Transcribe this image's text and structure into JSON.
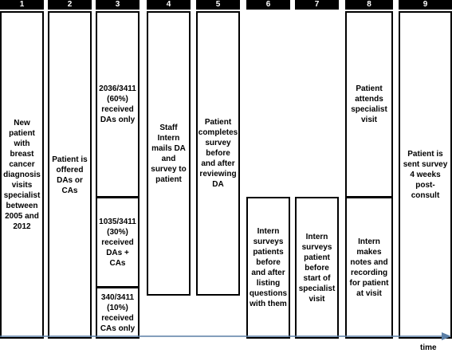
{
  "steps": [
    {
      "number": "1",
      "boxes": [
        "New patient with breast cancer diagnosis visits specialist between 2005 and 2012"
      ]
    },
    {
      "number": "2",
      "boxes": [
        "Patient is offered DAs or CAs"
      ]
    },
    {
      "number": "3",
      "boxes": [
        "2036/3411 (60%) received DAs only",
        "1035/3411 (30%) received DAs + CAs",
        "340/3411 (10%) received CAs only"
      ]
    },
    {
      "number": "4",
      "boxes": [
        "Staff Intern mails DA and survey to patient"
      ]
    },
    {
      "number": "5",
      "boxes": [
        "Patient completes survey before and after reviewing DA"
      ]
    },
    {
      "number": "6",
      "boxes": [
        "Intern surveys patients before and after listing questions with them"
      ]
    },
    {
      "number": "7",
      "boxes": [
        "Intern surveys patient before start of specialist visit"
      ]
    },
    {
      "number": "8",
      "boxes": [
        "Patient attends specialist visit",
        "Intern makes notes and recording for patient at visit"
      ]
    },
    {
      "number": "9",
      "boxes": [
        "Patient is sent survey 4 weeks post-consult"
      ]
    }
  ],
  "timeline": {
    "label": "time",
    "color": "#5b7fa6"
  }
}
